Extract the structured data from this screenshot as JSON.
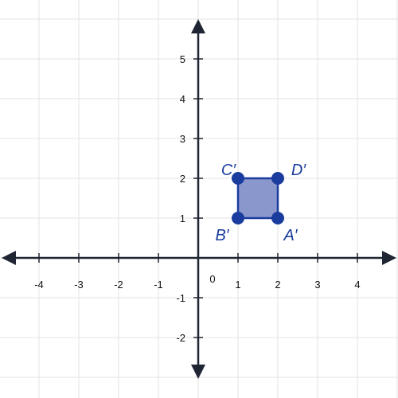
{
  "graph": {
    "origin_label": "0",
    "x_ticks": [
      {
        "value": -4,
        "label": "-4"
      },
      {
        "value": -3,
        "label": "-3"
      },
      {
        "value": -2,
        "label": "-2"
      },
      {
        "value": -1,
        "label": "-1"
      },
      {
        "value": 1,
        "label": "1"
      },
      {
        "value": 2,
        "label": "2"
      },
      {
        "value": 3,
        "label": "3"
      },
      {
        "value": 4,
        "label": "4"
      }
    ],
    "y_ticks": [
      {
        "value": 5,
        "label": "5"
      },
      {
        "value": 4,
        "label": "4"
      },
      {
        "value": 3,
        "label": "3"
      },
      {
        "value": 2,
        "label": "2"
      },
      {
        "value": 1,
        "label": "1"
      },
      {
        "value": -1,
        "label": "-1"
      },
      {
        "value": -2,
        "label": "-2"
      }
    ],
    "x_range": [
      -5,
      5
    ],
    "y_range": [
      -3,
      6
    ],
    "grid": true
  },
  "shape": {
    "fill_color": "#8a97cc",
    "stroke_color": "#1a3c9e",
    "vertices": [
      {
        "name": "A′",
        "x": 2,
        "y": 1
      },
      {
        "name": "B′",
        "x": 1,
        "y": 1
      },
      {
        "name": "C′",
        "x": 1,
        "y": 2
      },
      {
        "name": "D′",
        "x": 2,
        "y": 2
      }
    ]
  },
  "colors": {
    "axis": "#1f2533",
    "grid": "#e3e3e3",
    "vertex": "#1a3c9e",
    "vertex_label": "#1a3c9e"
  }
}
